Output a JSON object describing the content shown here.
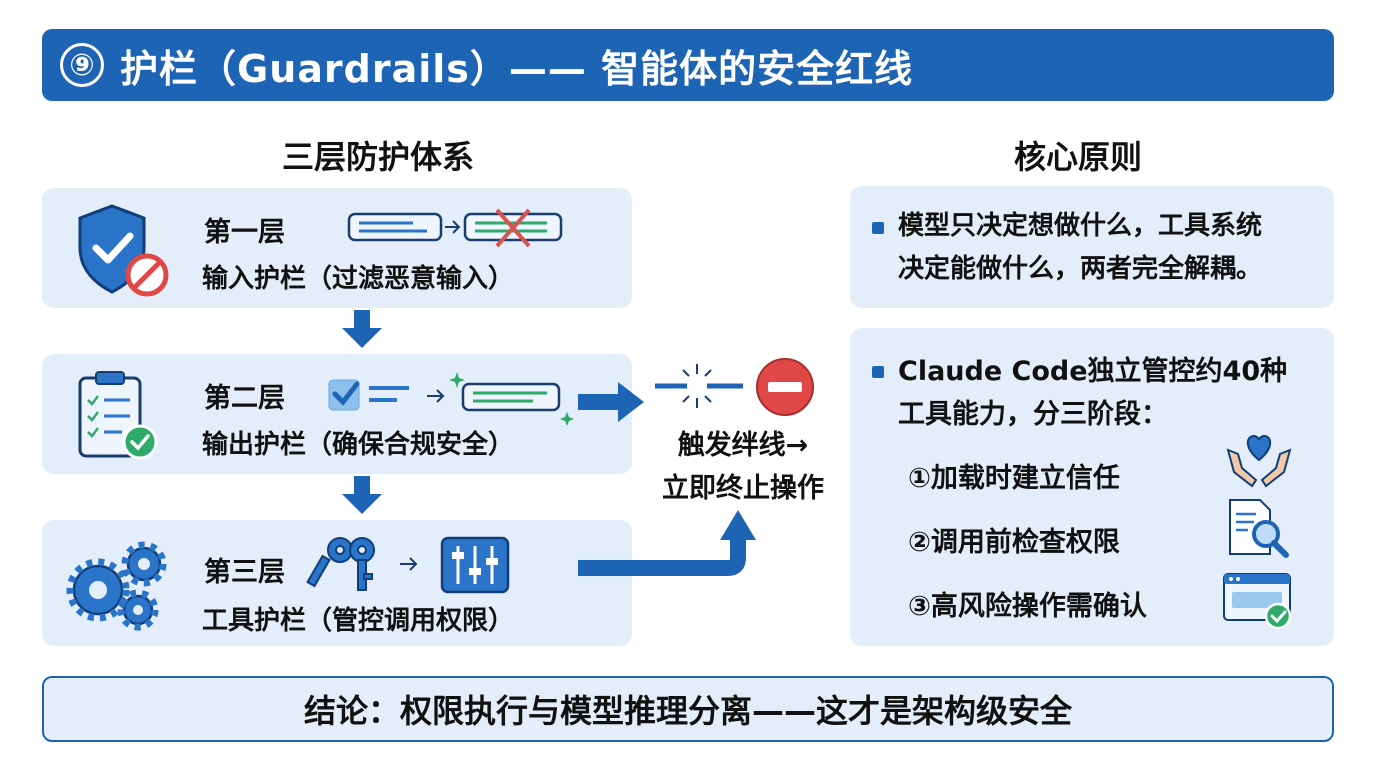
{
  "header": {
    "number": "⑨",
    "title": "护栏（Guardrails）—— 智能体的安全红线"
  },
  "left_section": {
    "heading": "三层防护体系"
  },
  "layers": [
    {
      "name": "第一层",
      "desc": "输入护栏（过滤恶意输入）",
      "icons": [
        "shield-check-icon",
        "blocked-icon",
        "message-icon",
        "filtered-message-icon"
      ]
    },
    {
      "name": "第二层",
      "desc": "输出护栏（确保合规安全）",
      "icons": [
        "clipboard-checklist-icon",
        "checkbox-icon",
        "output-message-icon"
      ]
    },
    {
      "name": "第三层",
      "desc": "工具护栏（管控调用权限）",
      "icons": [
        "gears-icon",
        "keys-icon",
        "control-panel-icon"
      ]
    }
  ],
  "tripwire": {
    "line1": "触发绊线→",
    "line2": "立即终止操作",
    "icons": [
      "broken-wire-icon",
      "stop-icon"
    ]
  },
  "right_section": {
    "heading": "核心原则"
  },
  "principle1": {
    "line1": "模型只决定想做什么，工具系统",
    "line2": "决定能做什么，两者完全解耦。"
  },
  "principle2": {
    "line1": "Claude Code独立管控约40种",
    "line2": "工具能力，分三阶段：",
    "stages": [
      {
        "label": "①加载时建立信任",
        "icon": "hands-heart-icon"
      },
      {
        "label": "②调用前检查权限",
        "icon": "document-search-icon"
      },
      {
        "label": "③高风险操作需确认",
        "icon": "window-check-icon"
      }
    ]
  },
  "conclusion": {
    "text": "结论：权限执行与模型推理分离——这才是架构级安全"
  },
  "colors": {
    "primary": "#1e64b4",
    "panel": "#e3eefa",
    "success": "#2eaa6a",
    "danger": "#e04848"
  }
}
